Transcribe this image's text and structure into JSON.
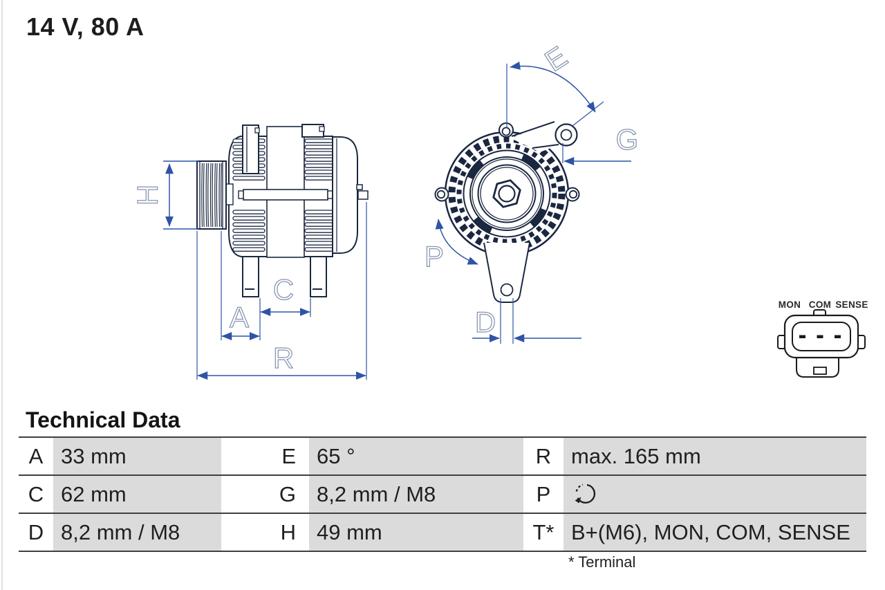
{
  "page": {
    "title": "14 V, 80 A"
  },
  "colors": {
    "drawing_line": "#1b2740",
    "dimension_line": "#2e54a6",
    "dimension_letter": "#8494ae",
    "table_cell_bg": "#dbdbdb",
    "table_border": "#3f3f3f",
    "text": "#1f1f1f"
  },
  "diagram": {
    "side_view": {
      "labels": {
        "H": "H",
        "A": "A",
        "C": "C",
        "R": "R"
      }
    },
    "front_view": {
      "labels": {
        "E": "E",
        "G": "G",
        "P": "P",
        "D": "D"
      }
    },
    "connector": {
      "labels": [
        "MON",
        "COM",
        "SENSE"
      ]
    }
  },
  "table": {
    "heading": "Technical Data",
    "rows": [
      {
        "cells": [
          {
            "key": "A",
            "value": "33 mm"
          },
          {
            "key": "E",
            "value": "65 °"
          },
          {
            "key": "R",
            "value": "max. 165 mm"
          }
        ]
      },
      {
        "cells": [
          {
            "key": "C",
            "value": "62 mm"
          },
          {
            "key": "G",
            "value": "8,2 mm / M8"
          },
          {
            "key": "P",
            "value": "",
            "icon": "rotation-direction"
          }
        ]
      },
      {
        "cells": [
          {
            "key": "D",
            "value": "8,2 mm / M8"
          },
          {
            "key": "H",
            "value": "49 mm"
          },
          {
            "key": "T*",
            "value": "B+(M6), MON, COM, SENSE"
          }
        ]
      }
    ],
    "footnote": "* Terminal"
  }
}
